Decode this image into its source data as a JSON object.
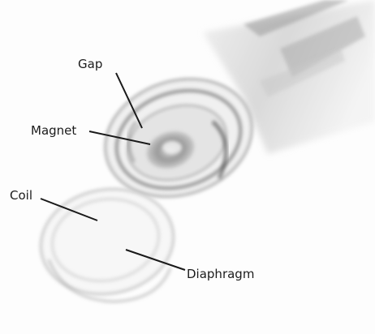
{
  "labels": {
    "gap": "Gap",
    "magnet": "Magnet",
    "coil": "Coil",
    "diaphragm": "Diaphragm"
  }
}
